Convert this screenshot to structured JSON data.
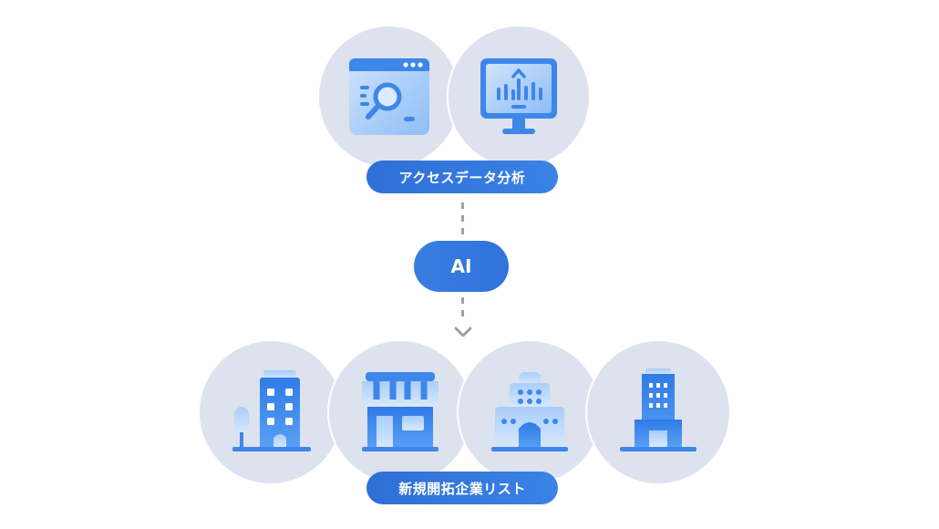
{
  "source": {
    "label": "アクセスデータ分析",
    "icons": [
      "web-search-icon",
      "analytics-monitor-icon"
    ]
  },
  "processor": {
    "label": "AI"
  },
  "output": {
    "label": "新規開拓企業リスト",
    "icons": [
      "office-building-icon",
      "storefront-icon",
      "domed-building-icon",
      "skyscraper-icon"
    ]
  },
  "colors": {
    "accent": "#2f73db",
    "circle_bg": "#dde2ef",
    "icon_light": "#b9d6fb",
    "icon_dark": "#2f7be6",
    "connector": "#9aa1ad"
  }
}
